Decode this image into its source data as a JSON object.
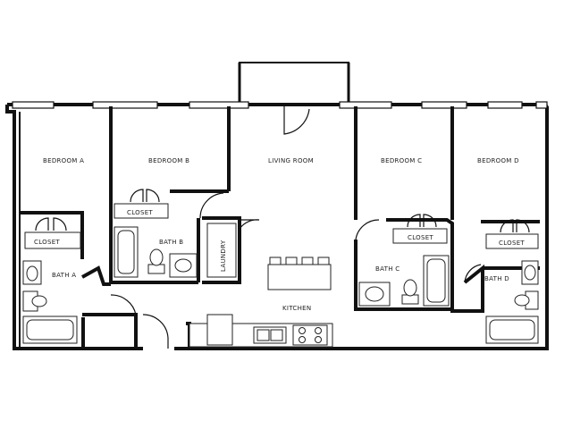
{
  "plan": {
    "rooms": {
      "bedroom_a": "BEDROOM A",
      "bedroom_b": "BEDROOM B",
      "living_room": "LIVING ROOM",
      "bedroom_c": "BEDROOM C",
      "bedroom_d": "BEDROOM D",
      "closet_a": "CLOSET",
      "closet_b": "CLOSET",
      "closet_c": "CLOSET",
      "closet_d": "CLOSET",
      "bath_a": "BATH A",
      "bath_b": "BATH B",
      "bath_c": "BATH C",
      "bath_d": "BATH D",
      "laundry": "LAUNDRY",
      "kitchen": "KITCHEN"
    }
  }
}
